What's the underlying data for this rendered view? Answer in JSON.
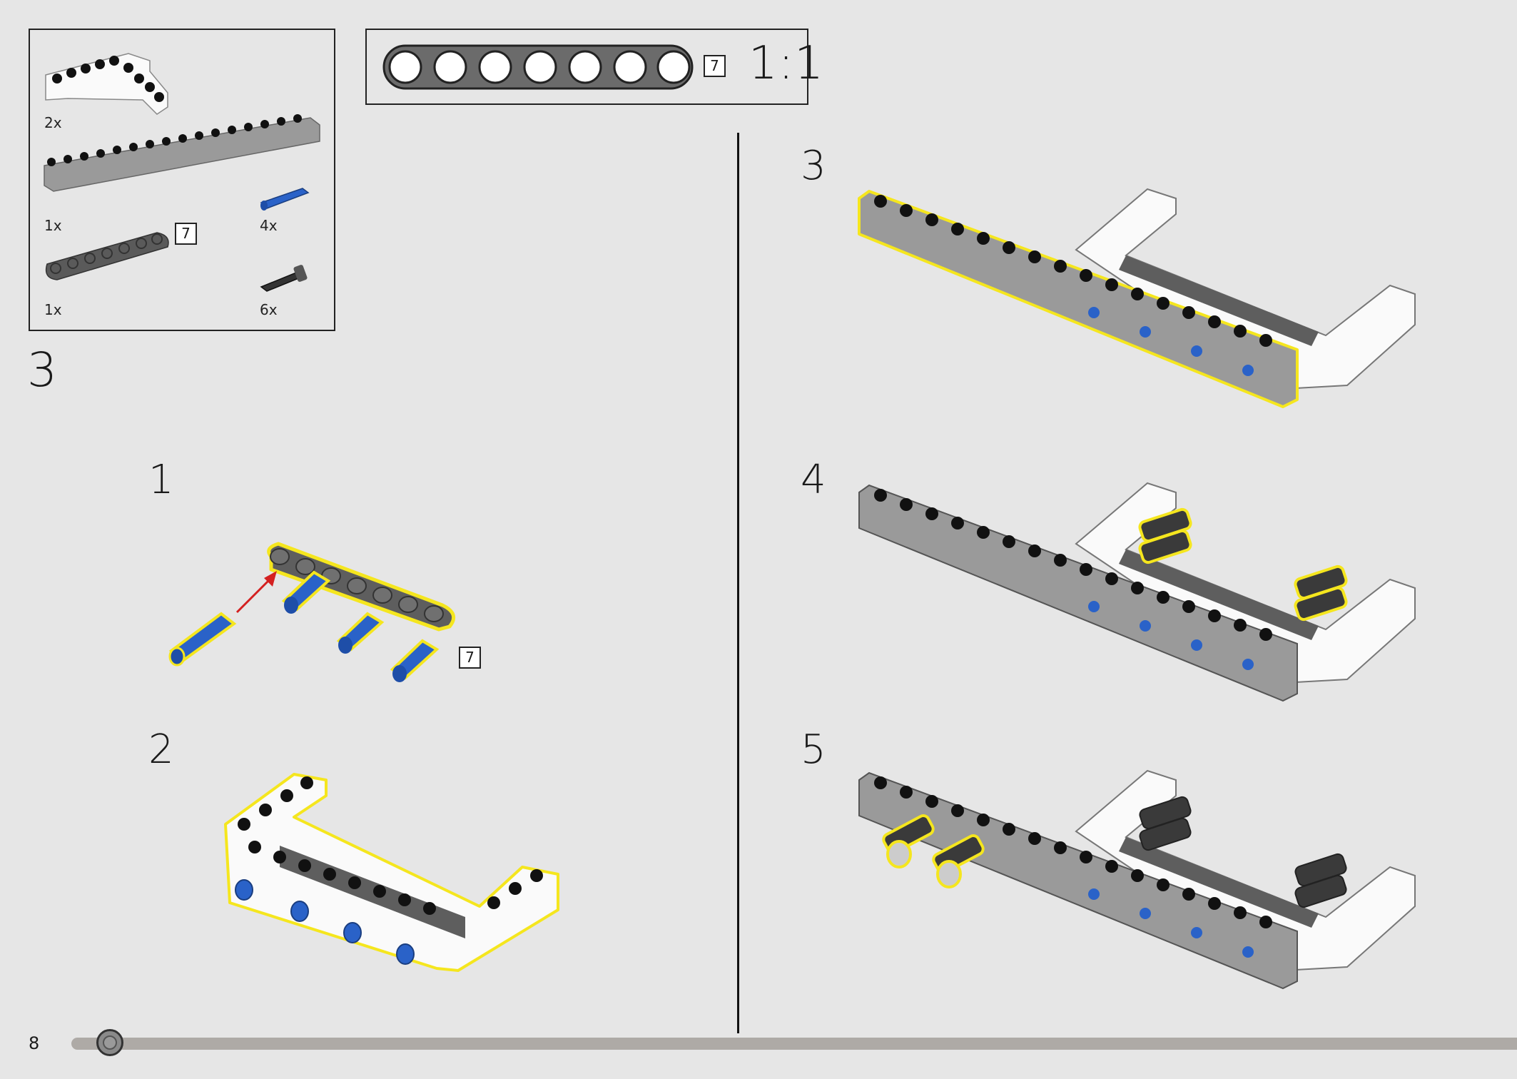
{
  "parts_list": {
    "items": [
      {
        "name": "white-angled-beam",
        "qty": "2x"
      },
      {
        "name": "grey-technic-brick",
        "qty": "1x"
      },
      {
        "name": "blue-axle-pin",
        "qty": "4x"
      },
      {
        "name": "dark-grey-beam",
        "qty": "1x",
        "length": "7"
      },
      {
        "name": "black-bush-pin",
        "qty": "6x"
      }
    ]
  },
  "ruler": {
    "length": "7",
    "scale": "1:1"
  },
  "page_step": "3",
  "sub_steps": [
    {
      "number": "1",
      "length": "7"
    },
    {
      "number": "2"
    },
    {
      "number": "3"
    },
    {
      "number": "4"
    },
    {
      "number": "5"
    }
  ],
  "footer": {
    "page_number": "8",
    "progress": 0.02
  },
  "colors": {
    "highlight": "#f5e61e",
    "blue_pin": "#2a62c8",
    "grey_beam": "#8c8c8c",
    "dark_beam": "#5a5a5a",
    "arrow": "#d42020"
  }
}
